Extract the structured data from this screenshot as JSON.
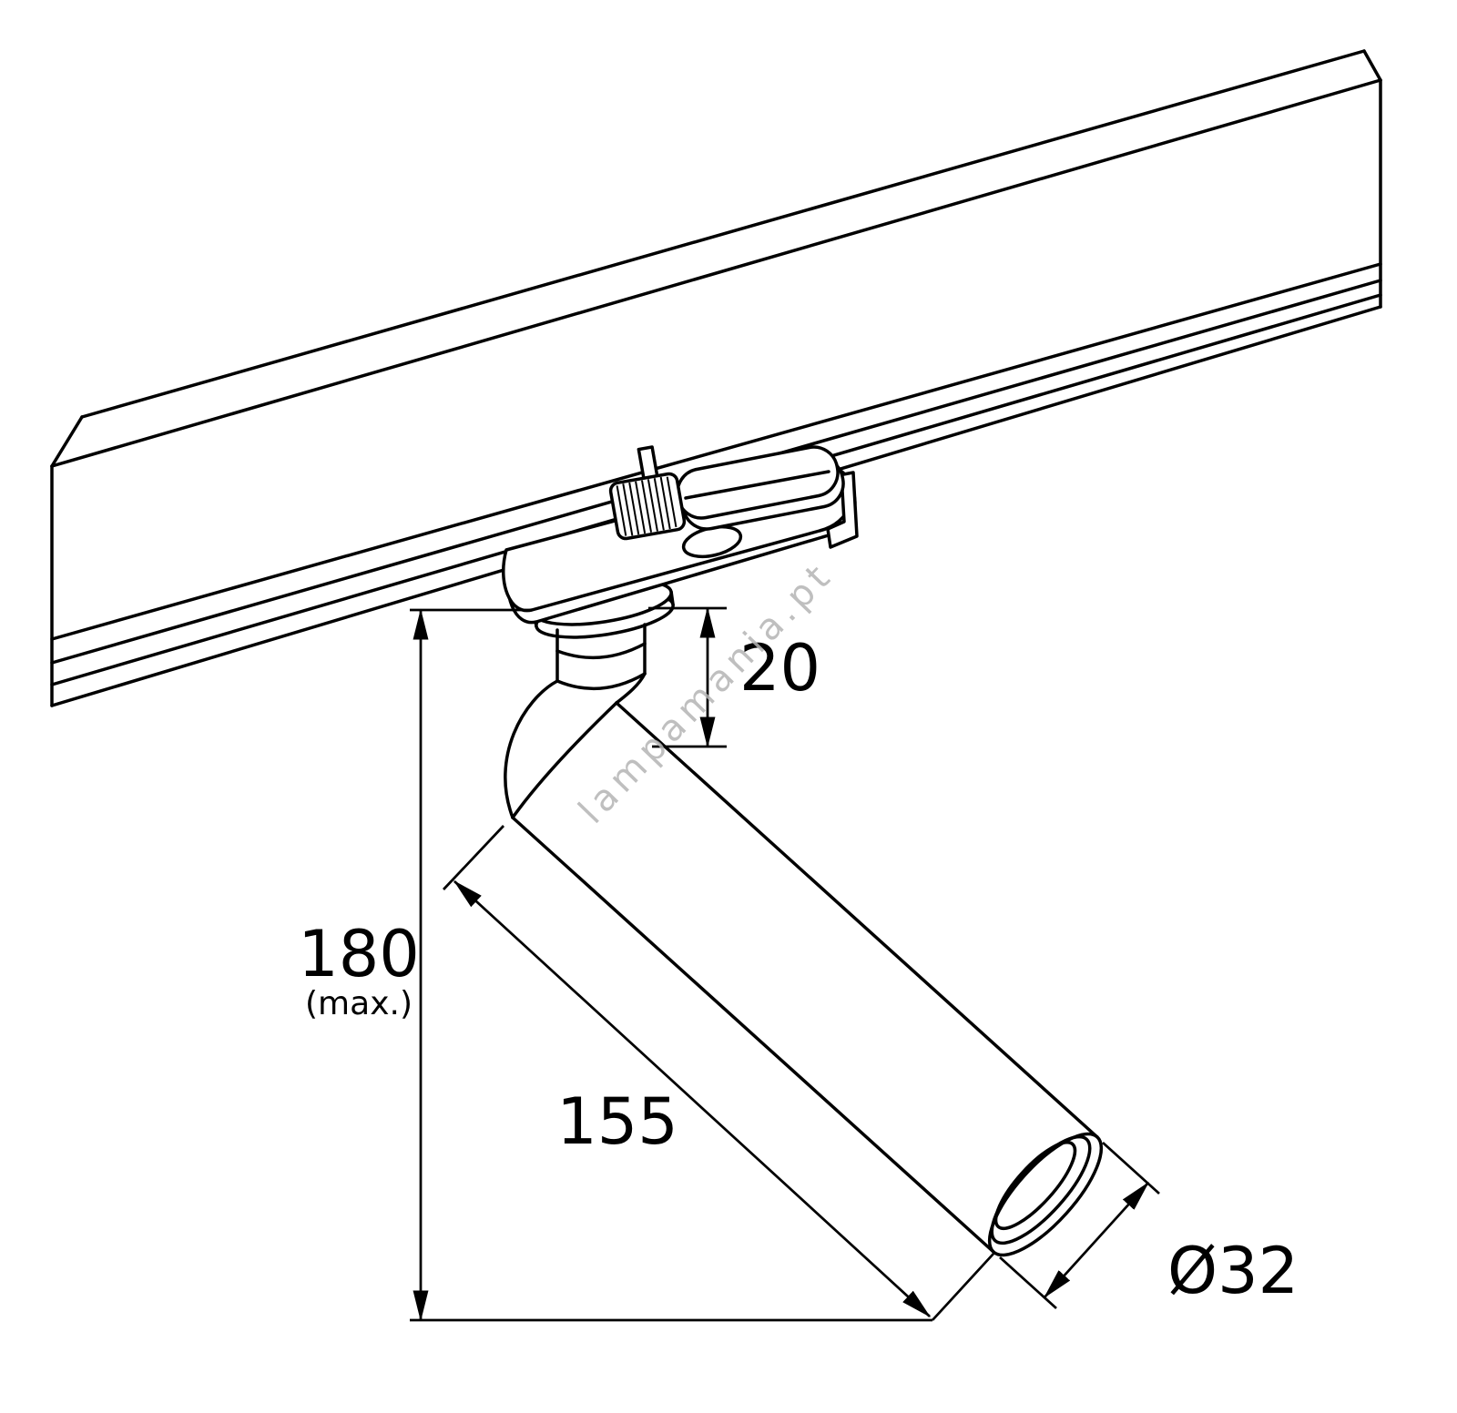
{
  "meta": {
    "background_color": "#ffffff",
    "line_color": "#000000",
    "watermark_color": "#b5b5b5"
  },
  "drawing": {
    "watermark": "lampamania.pt",
    "dimensions": {
      "drop": {
        "label": "20"
      },
      "height": {
        "label": "180",
        "qualifier": "(max.)"
      },
      "length": {
        "label": "155"
      },
      "diameter": {
        "label": "Ø32"
      }
    }
  }
}
